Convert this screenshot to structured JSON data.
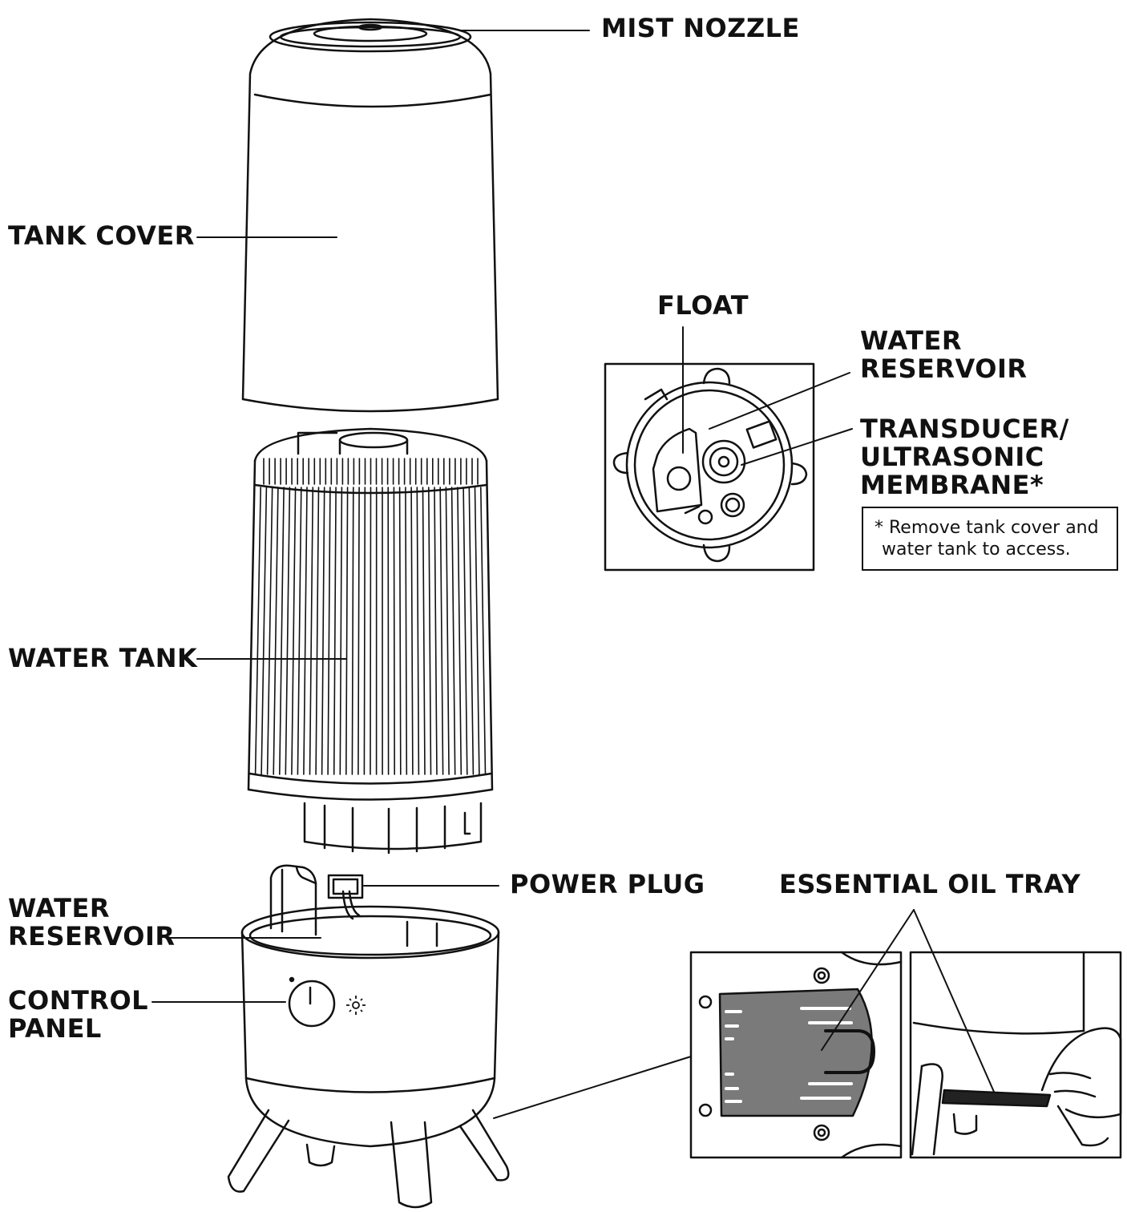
{
  "labels": {
    "mist_nozzle": "MIST NOZZLE",
    "tank_cover": "TANK COVER",
    "float": "FLOAT",
    "inset_water_reservoir": [
      "WATER",
      "RESERVOIR"
    ],
    "transducer": [
      "TRANSDUCER/",
      "ULTRASONIC",
      "MEMBRANE*"
    ],
    "water_tank": "WATER TANK",
    "power_plug": "POWER PLUG",
    "essential_oil_tray": "ESSENTIAL OIL TRAY",
    "base_water_reservoir": [
      "WATER",
      "RESERVOIR"
    ],
    "control_panel": [
      "CONTROL",
      "PANEL"
    ]
  },
  "note": {
    "lines": [
      "* Remove tank cover and",
      "water tank to access."
    ]
  },
  "colors": {
    "line": "#111111",
    "tray_fill": "#7a7a7a",
    "background": "#ffffff"
  }
}
